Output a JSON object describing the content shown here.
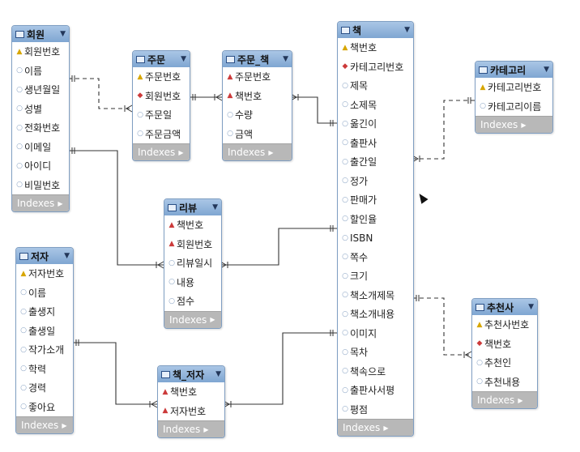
{
  "tables": [
    {
      "id": "member",
      "name": "회원",
      "columns": [
        {
          "name": "회원번호",
          "key": "pk"
        },
        {
          "name": "이름",
          "key": "plain"
        },
        {
          "name": "생년월일",
          "key": "plain"
        },
        {
          "name": "성별",
          "key": "plain"
        },
        {
          "name": "전화번호",
          "key": "plain"
        },
        {
          "name": "이메일",
          "key": "plain"
        },
        {
          "name": "아이디",
          "key": "plain"
        },
        {
          "name": "비밀번호",
          "key": "plain"
        }
      ],
      "footer": "Indexes"
    },
    {
      "id": "order",
      "name": "주문",
      "columns": [
        {
          "name": "주문번호",
          "key": "pk"
        },
        {
          "name": "회원번호",
          "key": "fk"
        },
        {
          "name": "주문일",
          "key": "plain"
        },
        {
          "name": "주문금액",
          "key": "plain"
        }
      ],
      "footer": "Indexes"
    },
    {
      "id": "order_book",
      "name": "주문_책",
      "columns": [
        {
          "name": "주문번호",
          "key": "pfk"
        },
        {
          "name": "책번호",
          "key": "pfk"
        },
        {
          "name": "수량",
          "key": "plain"
        },
        {
          "name": "금액",
          "key": "plain"
        }
      ],
      "footer": "Indexes"
    },
    {
      "id": "book",
      "name": "책",
      "columns": [
        {
          "name": "책번호",
          "key": "pk"
        },
        {
          "name": "카테고리번호",
          "key": "fk"
        },
        {
          "name": "제목",
          "key": "plain"
        },
        {
          "name": "소제목",
          "key": "plain"
        },
        {
          "name": "옮긴이",
          "key": "plain"
        },
        {
          "name": "출판사",
          "key": "plain"
        },
        {
          "name": "출간일",
          "key": "plain"
        },
        {
          "name": "정가",
          "key": "plain"
        },
        {
          "name": "판매가",
          "key": "plain"
        },
        {
          "name": "할인율",
          "key": "plain"
        },
        {
          "name": "ISBN",
          "key": "plain"
        },
        {
          "name": "쪽수",
          "key": "plain"
        },
        {
          "name": "크기",
          "key": "plain"
        },
        {
          "name": "책소개제목",
          "key": "plain"
        },
        {
          "name": "책소개내용",
          "key": "plain"
        },
        {
          "name": "이미지",
          "key": "plain"
        },
        {
          "name": "목차",
          "key": "plain"
        },
        {
          "name": "책속으로",
          "key": "plain"
        },
        {
          "name": "출판사서평",
          "key": "plain"
        },
        {
          "name": "평점",
          "key": "plain"
        }
      ],
      "footer": "Indexes"
    },
    {
      "id": "category",
      "name": "카테고리",
      "columns": [
        {
          "name": "카테고리번호",
          "key": "pk"
        },
        {
          "name": "카테고리이름",
          "key": "plain"
        }
      ],
      "footer": "Indexes"
    },
    {
      "id": "review",
      "name": "리뷰",
      "columns": [
        {
          "name": "책번호",
          "key": "pfk"
        },
        {
          "name": "회원번호",
          "key": "pfk"
        },
        {
          "name": "리뷰일시",
          "key": "plain"
        },
        {
          "name": "내용",
          "key": "plain"
        },
        {
          "name": "점수",
          "key": "plain"
        }
      ],
      "footer": "Indexes"
    },
    {
      "id": "author",
      "name": "저자",
      "columns": [
        {
          "name": "저자번호",
          "key": "pk"
        },
        {
          "name": "이름",
          "key": "plain"
        },
        {
          "name": "출생지",
          "key": "plain"
        },
        {
          "name": "출생일",
          "key": "plain"
        },
        {
          "name": "작가소개",
          "key": "plain"
        },
        {
          "name": "학력",
          "key": "plain"
        },
        {
          "name": "경력",
          "key": "plain"
        },
        {
          "name": "좋아요",
          "key": "plain"
        }
      ],
      "footer": "Indexes"
    },
    {
      "id": "book_author",
      "name": "책_저자",
      "columns": [
        {
          "name": "책번호",
          "key": "pfk"
        },
        {
          "name": "저자번호",
          "key": "pfk"
        }
      ],
      "footer": "Indexes"
    },
    {
      "id": "recommender",
      "name": "추천사",
      "columns": [
        {
          "name": "추천사번호",
          "key": "pk"
        },
        {
          "name": "책번호",
          "key": "fk"
        },
        {
          "name": "추천인",
          "key": "plain"
        },
        {
          "name": "추천내용",
          "key": "plain"
        }
      ],
      "footer": "Indexes"
    }
  ],
  "relations": [
    {
      "from": "member",
      "to": "order",
      "style": "dashed"
    },
    {
      "from": "order",
      "to": "order_book",
      "style": "solid"
    },
    {
      "from": "book",
      "to": "order_book",
      "style": "solid"
    },
    {
      "from": "member",
      "to": "review",
      "style": "solid"
    },
    {
      "from": "book",
      "to": "review",
      "style": "solid"
    },
    {
      "from": "category",
      "to": "book",
      "style": "dashed"
    },
    {
      "from": "author",
      "to": "book_author",
      "style": "solid"
    },
    {
      "from": "book",
      "to": "book_author",
      "style": "solid"
    },
    {
      "from": "book",
      "to": "recommender",
      "style": "dashed"
    }
  ],
  "colors": {
    "header": "#8fb2dc",
    "footer": "#b8b8b8",
    "pk": "#d7a600",
    "fk": "#cc3a3a",
    "line": "#333333"
  }
}
